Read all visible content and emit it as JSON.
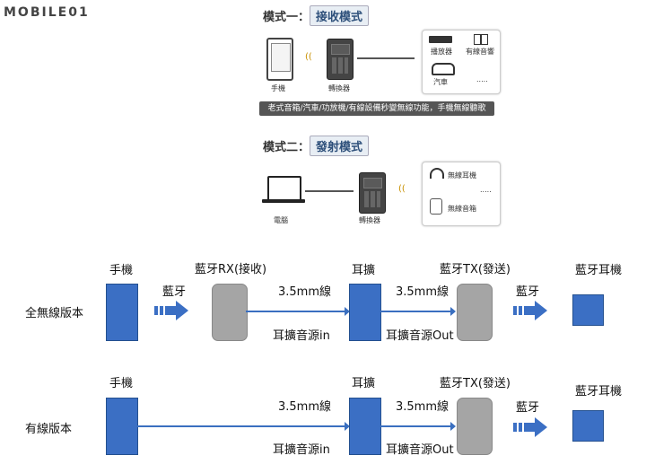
{
  "logo": {
    "text": "MOBILE01"
  },
  "top": {
    "mode1_prefix": "模式一：",
    "mode1_name": "接收模式",
    "phone": "手機",
    "converter": "轉換器",
    "player": "播放器",
    "wired_speaker": "有線音響",
    "car": "汽車",
    "dots": ".....",
    "banner": "老式音箱/汽車/功放機/有線設備秒變無線功能，手機無線聽歌",
    "mode2_prefix": "模式二：",
    "mode2_name": "發射模式",
    "computer": "電腦",
    "converter2": "轉換器",
    "wireless_headphone": "無線耳機",
    "wireless_speaker": "無線音箱",
    "dots2": "....."
  },
  "diagram": {
    "row1_label": "全無線版本",
    "row2_label": "有線版本",
    "phone": "手機",
    "bt_rx": "藍牙RX(接收)",
    "amp": "耳擴",
    "bt_tx": "藍牙TX(發送)",
    "bt_headphone": "藍牙耳機",
    "bluetooth": "藍牙",
    "cable": "3.5mm線",
    "amp_in": "耳擴音源in",
    "amp_out": "耳擴音源Out"
  },
  "colors": {
    "blue": "#3b6fc4",
    "gray": "#a5a5a5",
    "line": "#3a6fc0"
  }
}
